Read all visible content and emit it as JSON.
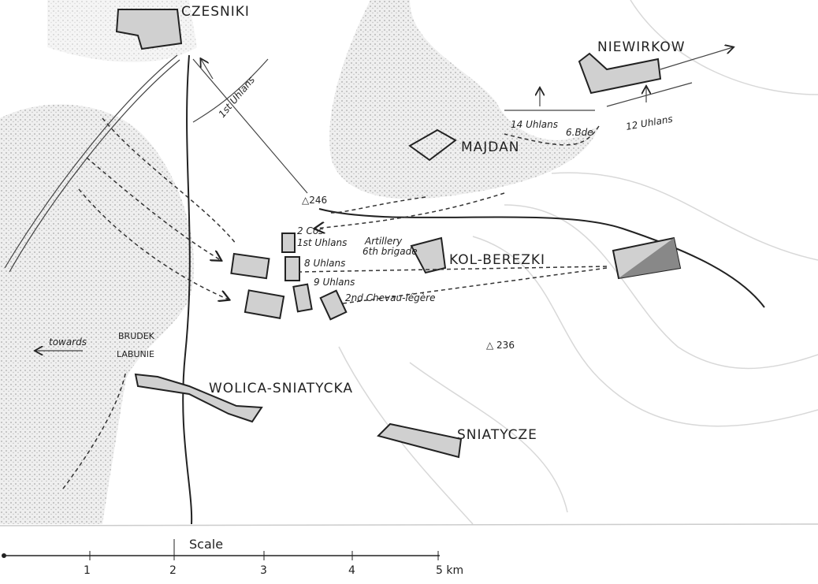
{
  "places": {
    "czesniki": "CZESNIKI",
    "niewirkow": "NIEWIRKOW",
    "majdan": "MAJDAN",
    "kol_berezki": "KOL-BEREZKI",
    "brudek": "BRUDEK",
    "labunie": "LABUNIE",
    "wolica": "WOLICA-SNIATYCKA",
    "sniatycze": "SNIATYCZE",
    "towards": "towards"
  },
  "heights": {
    "h246": "△246",
    "h236": "△ 236"
  },
  "units": {
    "uhlans_1_north": "1st Uhlans",
    "uhlans_14": "14 Uhlans",
    "bde_6": "6.Bde",
    "uhlans_12": "12 Uhlans",
    "cos_2": "2 Cos",
    "uhlans_1": "1st Uhlans",
    "artillery": "Artillery",
    "brigade_6": "6th brigade",
    "uhlans_8": "8 Uhlans",
    "uhlans_9": "9 Uhlans",
    "chevau_2": "2nd Chevau-légère"
  },
  "scale": {
    "title": "Scale",
    "ticks": [
      "1",
      "2",
      "3",
      "4",
      "5 km"
    ]
  }
}
